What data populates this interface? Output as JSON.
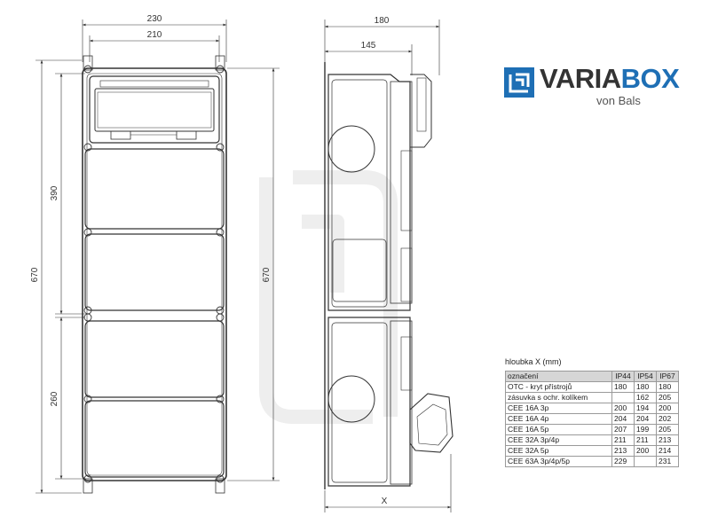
{
  "dimensions": {
    "front_width_outer": "230",
    "front_width_inner": "210",
    "front_height_left": "670",
    "front_height_upper": "390",
    "front_height_lower": "260",
    "front_height_right": "670",
    "side_width_total": "180",
    "side_width_body": "145",
    "side_depth_variable": "X"
  },
  "logo": {
    "brand_part1": "VARIA",
    "brand_part2": "BOX",
    "subtitle": "von Bals",
    "brand_color": "#1e6fb5",
    "text_color": "#333333"
  },
  "depth_table": {
    "caption": "hloubka X (mm)",
    "headers": [
      "označení",
      "IP44",
      "IP54",
      "IP67"
    ],
    "rows": [
      [
        "OTC - kryt přístrojů",
        "180",
        "180",
        "180"
      ],
      [
        "zásuvka s ochr. kolíkem",
        "",
        "162",
        "205"
      ],
      [
        "CEE 16A 3p",
        "200",
        "194",
        "200"
      ],
      [
        "CEE 16A 4p",
        "204",
        "204",
        "202"
      ],
      [
        "CEE 16A 5p",
        "207",
        "199",
        "205"
      ],
      [
        "CEE 32A 3p/4p",
        "211",
        "211",
        "213"
      ],
      [
        "CEE 32A 5p",
        "213",
        "200",
        "214"
      ],
      [
        "CEE 63A 3p/4p/5p",
        "229",
        "",
        "231"
      ]
    ]
  }
}
